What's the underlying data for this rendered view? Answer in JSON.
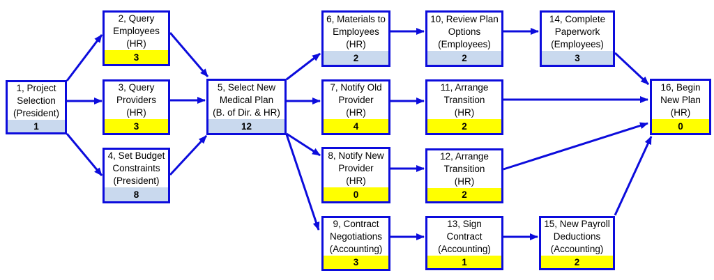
{
  "diagram": {
    "type": "project-network-diagram",
    "colors": {
      "line_blue": "#0c0cdc",
      "critical_duration_fill": "#ffff00",
      "noncritical_duration_fill": "#c9d9ee",
      "node_background": "#ffffff",
      "text_color": "#000000"
    },
    "nodes": {
      "n1": {
        "id": "1",
        "lines": [
          "1, Project",
          "Selection",
          "(President)"
        ],
        "duration": "1",
        "critical": false
      },
      "n2": {
        "id": "2",
        "lines": [
          "2, Query",
          "Employees",
          "(HR)"
        ],
        "duration": "3",
        "critical": true
      },
      "n3": {
        "id": "3",
        "lines": [
          "3, Query",
          "Providers",
          "(HR)"
        ],
        "duration": "3",
        "critical": true
      },
      "n4": {
        "id": "4",
        "lines": [
          "4, Set Budget",
          "Constraints",
          "(President)"
        ],
        "duration": "8",
        "critical": false
      },
      "n5": {
        "id": "5",
        "lines": [
          "5, Select New",
          "Medical Plan",
          "(B. of Dir. & HR)"
        ],
        "duration": "12",
        "critical": false
      },
      "n6": {
        "id": "6",
        "lines": [
          "6, Materials to",
          "Employees",
          "(HR)"
        ],
        "duration": "2",
        "critical": false
      },
      "n7": {
        "id": "7",
        "lines": [
          "7, Notify Old",
          "Provider",
          "(HR)"
        ],
        "duration": "4",
        "critical": true
      },
      "n8": {
        "id": "8",
        "lines": [
          "8, Notify New",
          "Provider",
          "(HR)"
        ],
        "duration": "0",
        "critical": true
      },
      "n9": {
        "id": "9",
        "lines": [
          "9, Contract",
          "Negotiations",
          "(Accounting)"
        ],
        "duration": "3",
        "critical": true
      },
      "n10": {
        "id": "10",
        "lines": [
          "10, Review Plan",
          "Options",
          "(Employees)"
        ],
        "duration": "2",
        "critical": false
      },
      "n11": {
        "id": "11",
        "lines": [
          "11, Arrange",
          "Transition",
          "(HR)"
        ],
        "duration": "2",
        "critical": true
      },
      "n12": {
        "id": "12",
        "lines": [
          "12, Arrange",
          "Transition",
          "(HR)"
        ],
        "duration": "2",
        "critical": true
      },
      "n13": {
        "id": "13",
        "lines": [
          "13, Sign",
          "Contract",
          "(Accounting)"
        ],
        "duration": "1",
        "critical": true
      },
      "n14": {
        "id": "14",
        "lines": [
          "14, Complete",
          "Paperwork",
          "(Employees)"
        ],
        "duration": "3",
        "critical": false
      },
      "n15": {
        "id": "15",
        "lines": [
          "15, New Payroll",
          "Deductions",
          "(Accounting)"
        ],
        "duration": "2",
        "critical": true
      },
      "n16": {
        "id": "16",
        "lines": [
          "16, Begin",
          "New Plan",
          "(HR)"
        ],
        "duration": "0",
        "critical": true
      }
    },
    "edges": [
      {
        "from": "1",
        "to": "2"
      },
      {
        "from": "1",
        "to": "3"
      },
      {
        "from": "1",
        "to": "4"
      },
      {
        "from": "2",
        "to": "5"
      },
      {
        "from": "3",
        "to": "5"
      },
      {
        "from": "4",
        "to": "5"
      },
      {
        "from": "5",
        "to": "6"
      },
      {
        "from": "5",
        "to": "7"
      },
      {
        "from": "5",
        "to": "8"
      },
      {
        "from": "5",
        "to": "9"
      },
      {
        "from": "6",
        "to": "10"
      },
      {
        "from": "7",
        "to": "11"
      },
      {
        "from": "8",
        "to": "12"
      },
      {
        "from": "9",
        "to": "13"
      },
      {
        "from": "10",
        "to": "14"
      },
      {
        "from": "11",
        "to": "16"
      },
      {
        "from": "12",
        "to": "16"
      },
      {
        "from": "13",
        "to": "15"
      },
      {
        "from": "14",
        "to": "16"
      },
      {
        "from": "15",
        "to": "16"
      }
    ]
  }
}
